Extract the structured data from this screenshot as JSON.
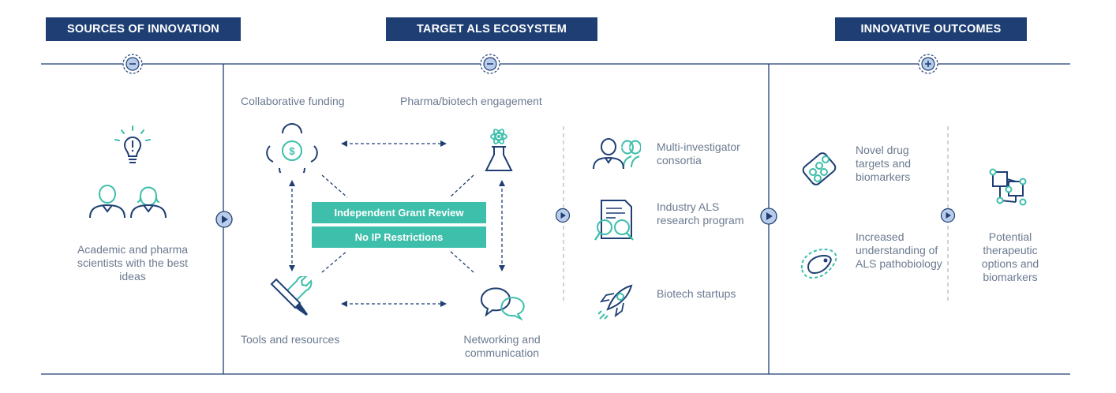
{
  "headers": {
    "sources": "SOURCES OF INNOVATION",
    "ecosystem": "TARGET ALS ECOSYSTEM",
    "outcomes": "INNOVATIVE OUTCOMES"
  },
  "markers": {
    "minus": "−",
    "plus": "+"
  },
  "sources": {
    "label": "Academic and pharma scientists with the best ideas"
  },
  "ecosystem": {
    "collaborative_funding": "Collaborative funding",
    "pharma_engagement": "Pharma/biotech engagement",
    "tools": "Tools and resources",
    "networking": "Networking and communication",
    "review_button": "Independent Grant Review",
    "ip_button": "No IP Restrictions",
    "consortia": "Multi-investigator consortia",
    "industry_program": "Industry ALS research program",
    "startups": "Biotech startups"
  },
  "outcomes": {
    "targets": "Novel drug targets and biomarkers",
    "understanding": "Increased understanding of ALS pathobiology",
    "therapeutic": "Potential therapeutic options and biomarkers"
  },
  "colors": {
    "navy": "#1f3f74",
    "teal": "#3dbfab",
    "gray_text": "#6b7a8f",
    "light_blue": "#b9cdea"
  }
}
